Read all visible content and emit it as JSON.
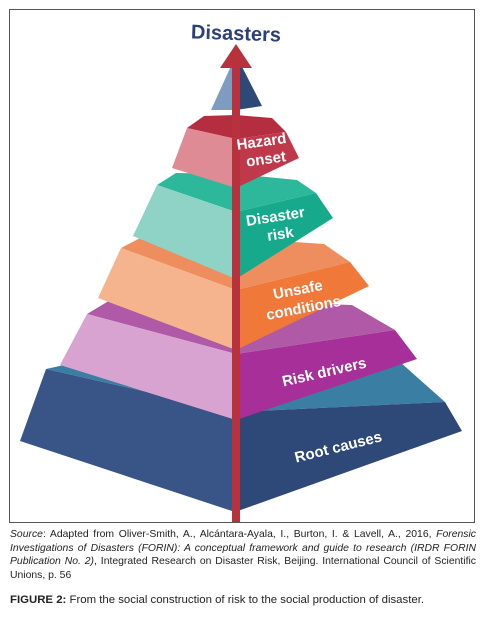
{
  "figure": {
    "title": "Disasters",
    "levels": [
      {
        "label_lines": [
          "Hazard",
          "onset"
        ],
        "color_dark": "#c0394b",
        "color_light": "#df8b96",
        "color_top": "#b52e40"
      },
      {
        "label_lines": [
          "Disaster",
          "risk"
        ],
        "color_dark": "#17a98c",
        "color_light": "#8fd3c6",
        "color_top": "#2db89b"
      },
      {
        "label_lines": [
          "Unsafe",
          "conditions"
        ],
        "color_dark": "#f07838",
        "color_light": "#f6b48e",
        "color_top": "#ee8d5d"
      },
      {
        "label_lines": [
          "Risk drivers"
        ],
        "color_dark": "#a72f99",
        "color_light": "#d8a3d0",
        "color_top": "#b05aa7"
      },
      {
        "label_lines": [
          "Root causes"
        ],
        "color_dark": "#2e4878",
        "color_light": "#395487",
        "color_top": "#3a7ea3"
      }
    ],
    "apex": {
      "color_dark": "#2e4878",
      "color_light": "#7e9cc0"
    },
    "arrow_color": "#b8323e"
  },
  "source": {
    "label": "Source",
    "text_1": ": Adapted from Oliver-Smith, A., Alcántara-Ayala, I., Burton, I. & Lavell, A., 2016, ",
    "italic": "Forensic Investigations of Disasters (FORIN): A conceptual framework and guide to research (IRDR FORIN Publication No. 2)",
    "text_2": ", Integrated Research on Disaster Risk, Beijing. International Council of Scientific Unions, p. 56"
  },
  "caption": {
    "label": "FIGURE 2:",
    "text": " From the social construction of risk to the social production of disaster."
  }
}
